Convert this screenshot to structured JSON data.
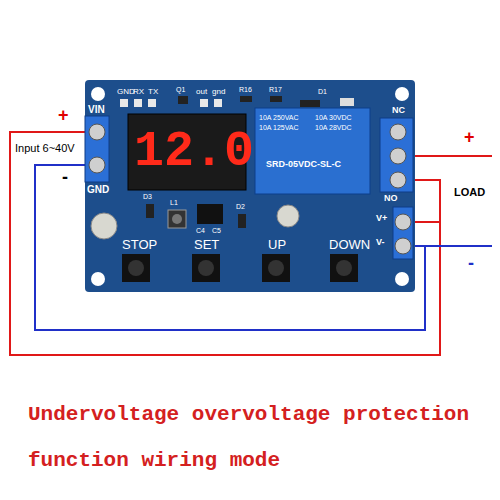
{
  "diagram": {
    "caption": "Undervoltage overvoltage protection function wiring mode",
    "labels": [
      "+",
      "Input 6~40V",
      "-",
      "VIN",
      "GND",
      "GND",
      "RX",
      "TX",
      "Q1",
      "out",
      "gnd",
      "R16",
      "R17",
      "D1",
      "NC",
      "12.0",
      "10A 250VAC",
      "10A 30VDC",
      "10A 125VAC",
      "10A 28VDC",
      "SRD-05VDC-SL-C",
      "D3",
      "L1",
      "D2",
      "C4",
      "C5",
      "NO",
      "V+",
      "V-",
      "+",
      "LOAD",
      "-",
      "STOP",
      "SET",
      "UP",
      "DOWN"
    ]
  }
}
